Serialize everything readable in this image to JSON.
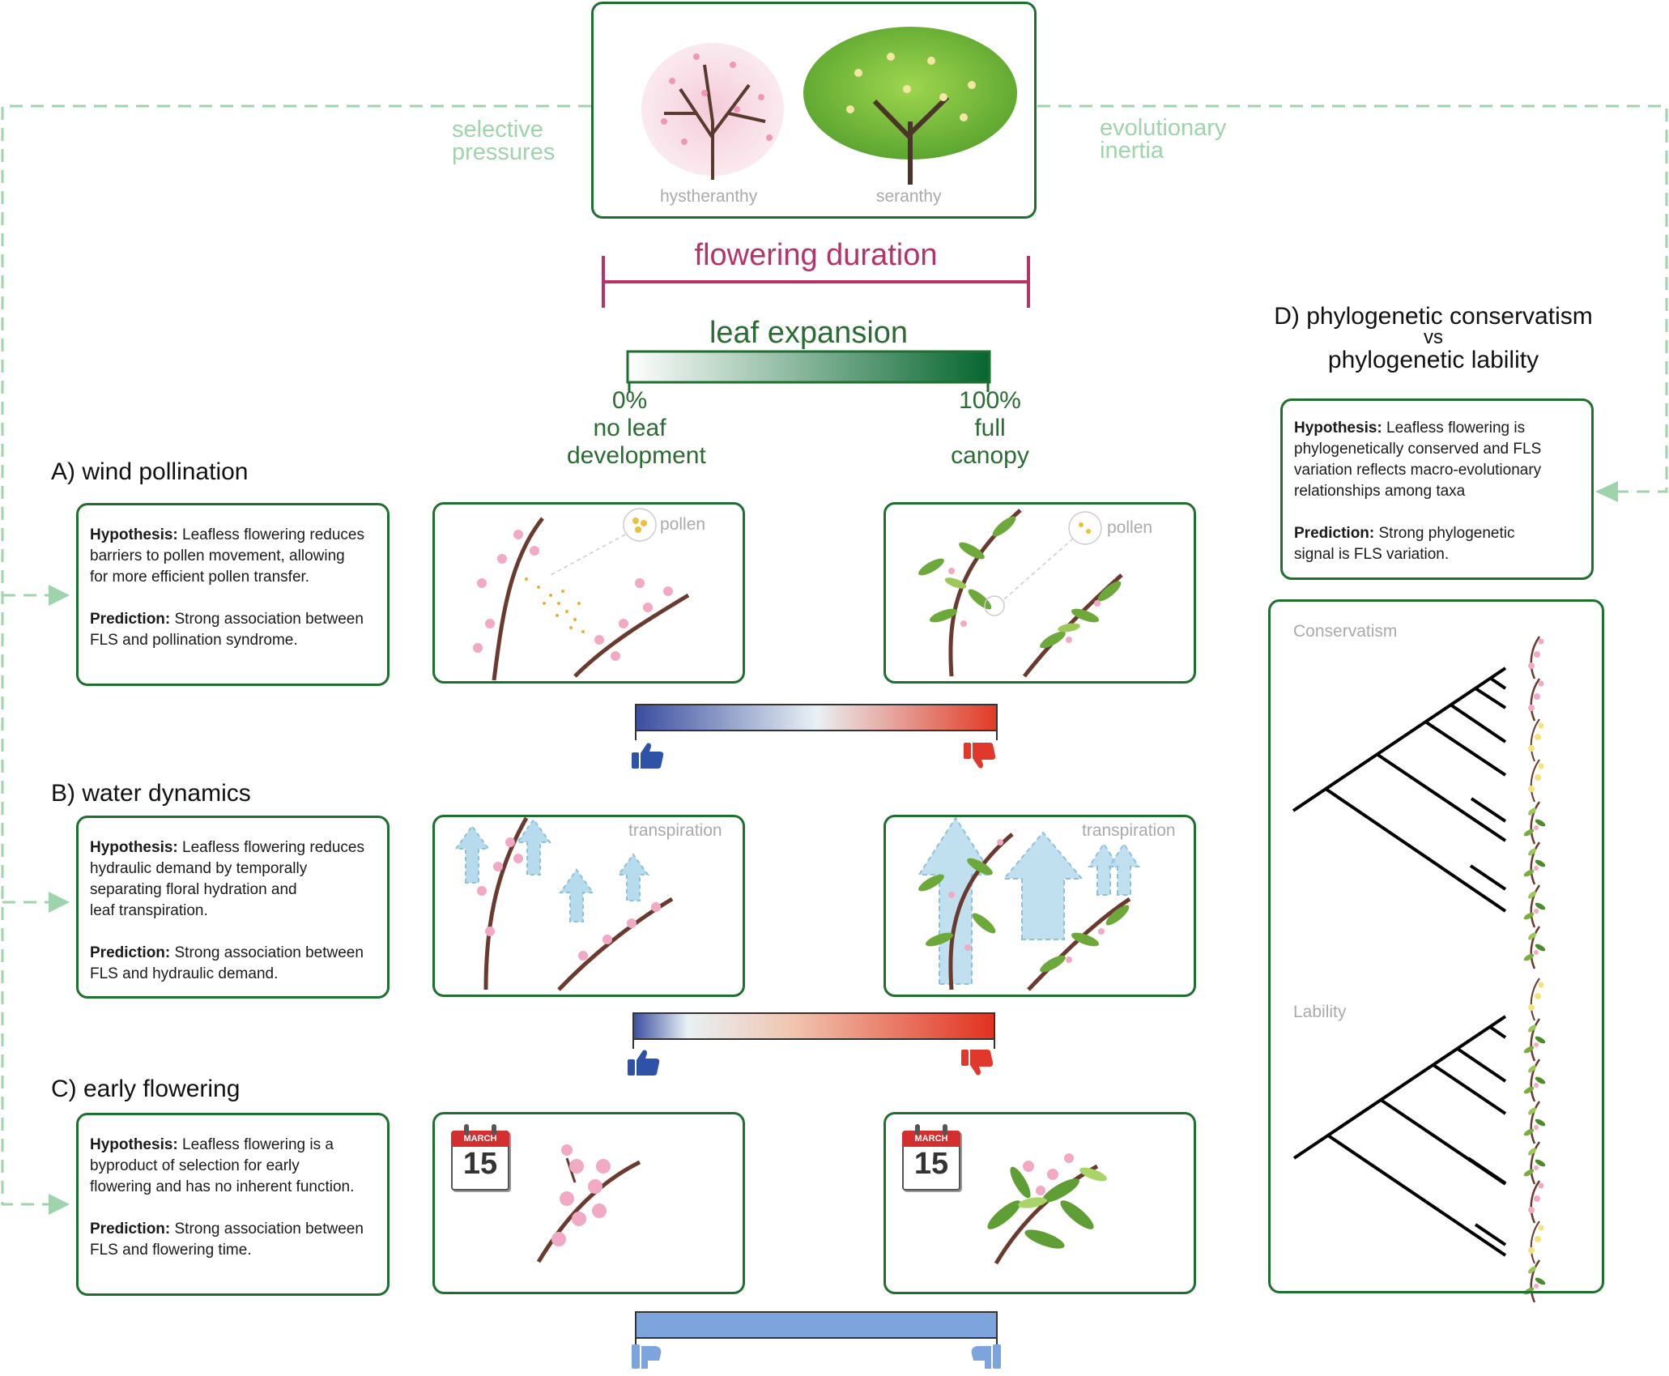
{
  "top": {
    "left_tree_label": "hystheranthy",
    "right_tree_label": "seranthy",
    "selective": [
      "selective",
      "pressures"
    ],
    "evolutionary": [
      "evolutionary",
      "inertia"
    ]
  },
  "flowering_duration": "flowering duration",
  "leaf_expansion": {
    "title": "leaf expansion",
    "left": [
      "0%",
      "no leaf",
      "development"
    ],
    "right": [
      "100%",
      "full",
      "canopy"
    ]
  },
  "sections": [
    {
      "title": "A) wind pollination",
      "hyp_label": "Hypothesis:",
      "hyp_lines": [
        " Leafless flowering reduces",
        "barriers to pollen movement, allowing",
        "for more efficient pollen transfer."
      ],
      "pred_label": "Prediction:",
      "pred_lines": [
        " Strong association between",
        "FLS and pollination syndrome."
      ],
      "panel_label": "pollen"
    },
    {
      "title": "B) water dynamics",
      "hyp_label": "Hypothesis:",
      "hyp_lines": [
        " Leafless flowering reduces",
        "hydraulic demand by temporally",
        "separating floral hydration and",
        "leaf transpiration."
      ],
      "pred_label": "Prediction:",
      "pred_lines": [
        " Strong association between",
        "FLS and hydraulic demand."
      ],
      "panel_label": "transpiration"
    },
    {
      "title": "C) early flowering",
      "hyp_label": "Hypothesis:",
      "hyp_lines": [
        " Leafless flowering is a",
        "byproduct of selection for early",
        "flowering and has no inherent function."
      ],
      "pred_label": "Prediction:",
      "pred_lines": [
        " Strong association between",
        "FLS and flowering time."
      ],
      "calendar_month": "MARCH",
      "calendar_day": "15"
    }
  ],
  "phylo": {
    "title": [
      "D) phylogenetic conservatism",
      "vs",
      "phylogenetic lability"
    ],
    "hyp_label": "Hypothesis:",
    "hyp_lines": [
      " Leafless flowering is",
      "phylogenetically conserved and FLS",
      "variation reflects macro-evolutionary",
      "relationships among taxa"
    ],
    "pred_label": "Prediction:",
    "pred_lines": [
      "  Strong phylogenetic",
      "signal is FLS variation."
    ],
    "conservatism": "Conservatism",
    "lability": "Lability"
  },
  "colors": {
    "box_border": "#1f6f2f",
    "duration": "#b8326a",
    "dashed": "#9fd3ab",
    "thumb_up": "#2e52a6",
    "thumb_down": "#e0392c",
    "neutral_bar": "#7ea4de"
  }
}
